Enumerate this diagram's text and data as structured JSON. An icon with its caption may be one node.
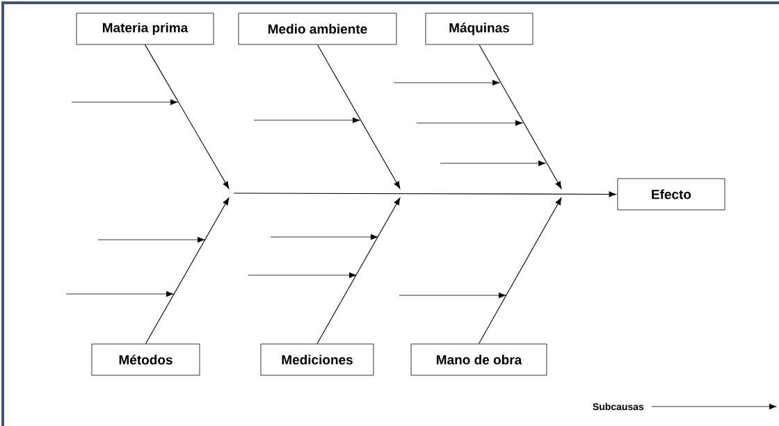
{
  "diagram": {
    "nodes": [
      {
        "text": [
          "Materia prima"
        ]
      },
      {
        "text": [
          "Medio ambiente"
        ]
      },
      {
        "text": [
          "Máquinas"
        ]
      },
      {
        "text": [
          "Efecto"
        ]
      },
      {
        "text": [
          "Métodos"
        ]
      },
      {
        "text": [
          "Mediciones"
        ]
      },
      {
        "text": [
          "Mano de obra"
        ]
      }
    ],
    "edges": [
      {
        "from": 0,
        "to": null,
        "arrow": "to"
      },
      {
        "from": 1,
        "to": null,
        "arrow": "to"
      },
      {
        "from": 2,
        "to": null,
        "arrow": "to"
      },
      {
        "from": 4,
        "to": null,
        "arrow": "to"
      },
      {
        "from": 5,
        "to": null,
        "arrow": "to"
      },
      {
        "from": 6,
        "to": null,
        "arrow": "to"
      },
      {
        "from": null,
        "to": 3,
        "arrow": "to"
      }
    ],
    "legend": [
      {
        "text": "Subcausas"
      }
    ]
  }
}
